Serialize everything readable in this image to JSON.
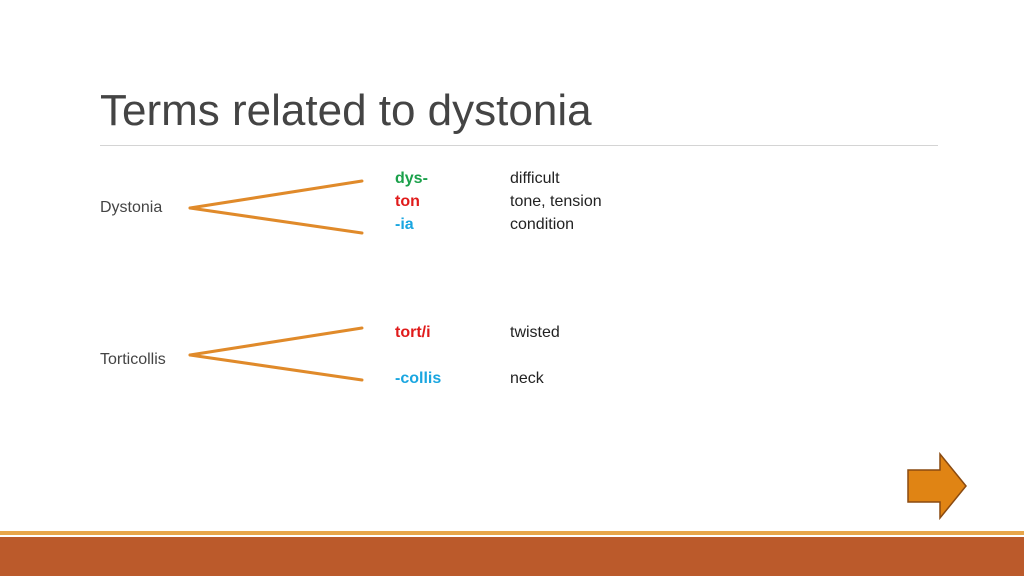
{
  "slide": {
    "title": "Terms related to dystonia"
  },
  "colors": {
    "green": "#1aa04a",
    "red": "#e01b1b",
    "cyan": "#1aa6e0",
    "branch": "#e08a2a",
    "arrow_fill": "#e08414",
    "arrow_stroke": "#8a4a10"
  },
  "terms": [
    {
      "word": "Dystonia",
      "parts": [
        {
          "part": "dys-",
          "meaning": "difficult",
          "color": "green"
        },
        {
          "part": "ton",
          "meaning": "tone, tension",
          "color": "red"
        },
        {
          "part": "-ia",
          "meaning": "condition",
          "color": "cyan"
        }
      ]
    },
    {
      "word": "Torticollis",
      "parts": [
        {
          "part": "tort/i",
          "meaning": "twisted",
          "color": "red"
        },
        {
          "part": "-collis",
          "meaning": "neck",
          "color": "cyan"
        }
      ]
    }
  ],
  "nav": {
    "next_icon": "right-arrow-icon"
  }
}
